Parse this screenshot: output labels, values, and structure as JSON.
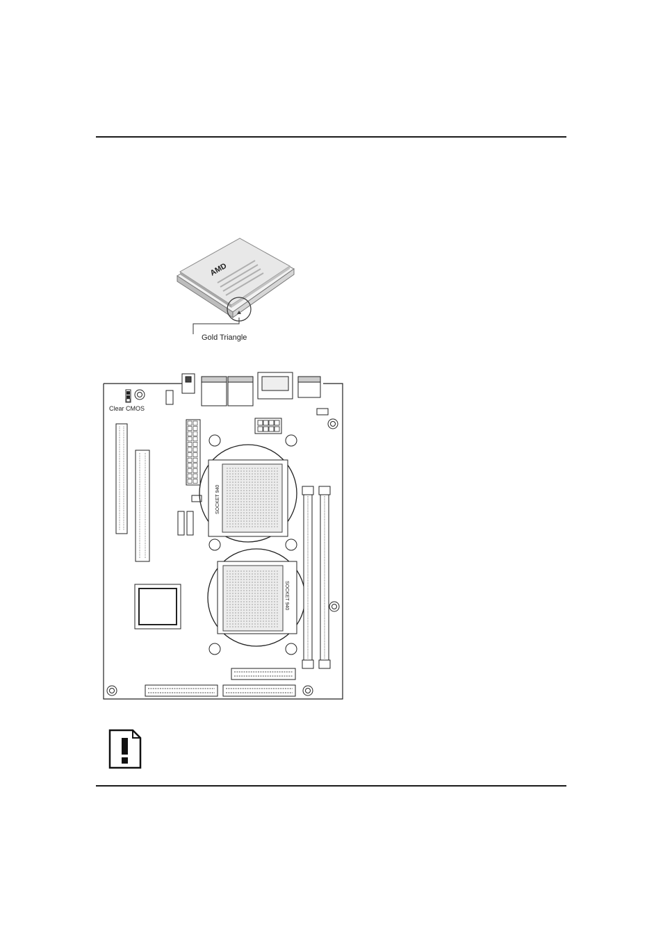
{
  "figure1": {
    "cpu_brand": "AMD",
    "callout_label": "Gold Triangle"
  },
  "figure2": {
    "jumper_label": "Clear CMOS",
    "socket1_label": "SOCKET 940",
    "socket2_label": "SOCKET 940"
  },
  "note": {
    "icon": "caution-exclamation-icon"
  }
}
